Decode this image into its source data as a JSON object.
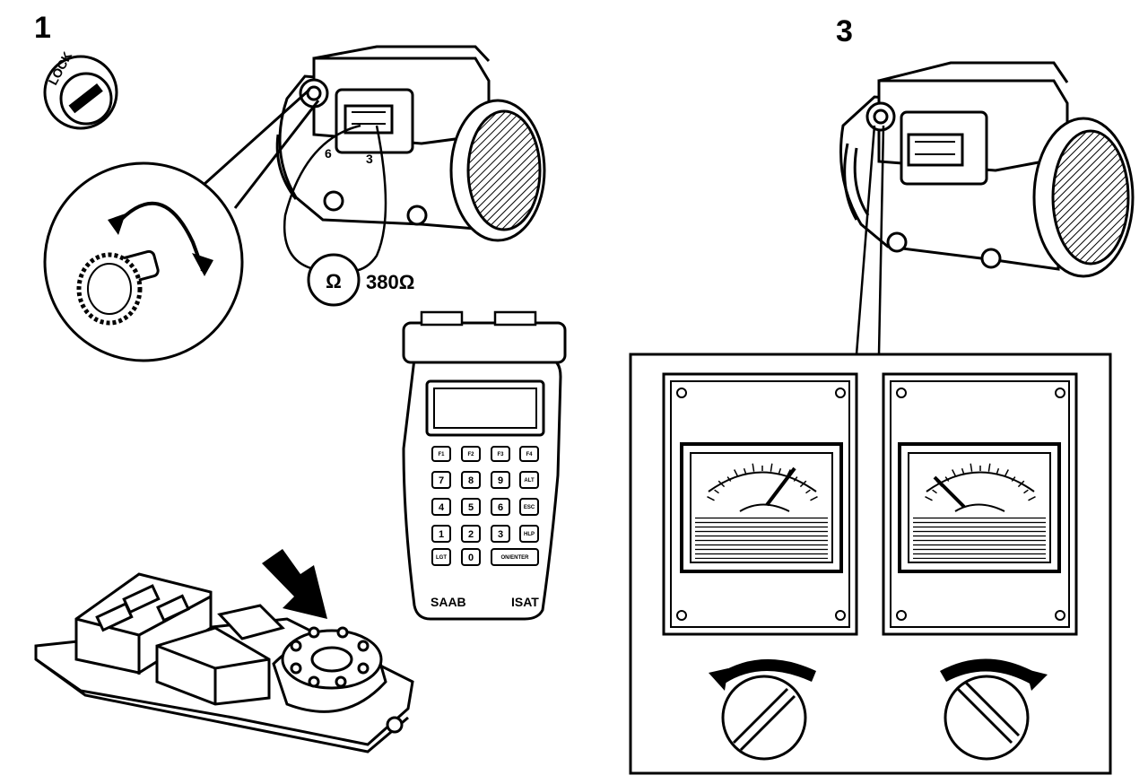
{
  "figure": {
    "step_left": "1",
    "step_right": "3",
    "lock_label": "LOCK",
    "pin_6": "6",
    "pin_3": "3",
    "ohm_symbol": "Ω",
    "resistance": "380Ω",
    "tester": {
      "brand": "SAAB",
      "model": "ISAT",
      "keys_row1": [
        "F1",
        "F2",
        "F3",
        "F4"
      ],
      "keys_num": [
        [
          "7",
          "8",
          "9"
        ],
        [
          "4",
          "5",
          "6"
        ],
        [
          "1",
          "2",
          "3"
        ]
      ],
      "keys_side": [
        "ALT",
        "ESC",
        "HLP"
      ],
      "key_lgt": "LGT",
      "key_zero": "0",
      "key_enter": "ON/ENTER"
    }
  }
}
